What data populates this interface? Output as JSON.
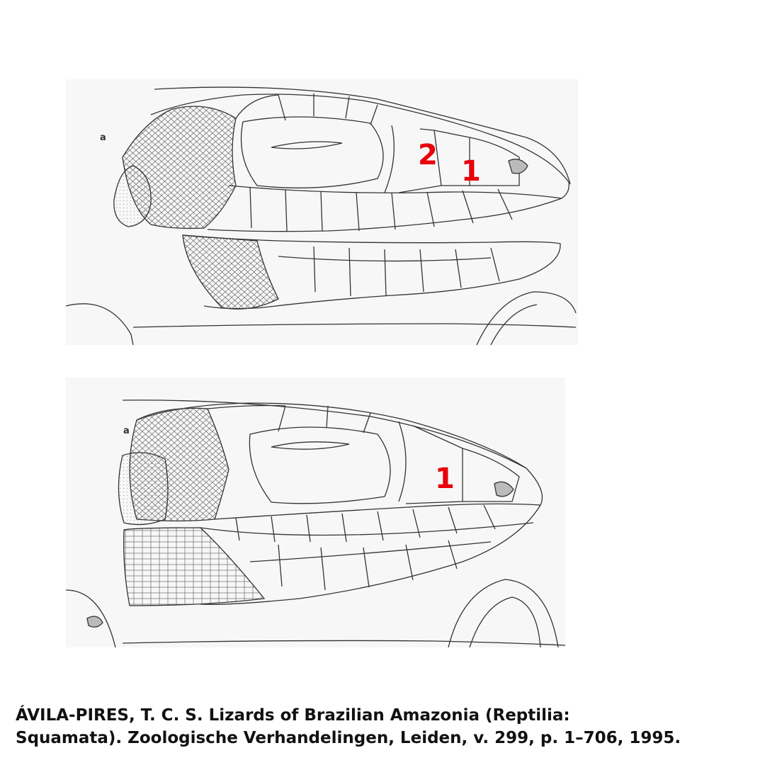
{
  "figures": [
    {
      "plate_letter": "a",
      "labels": [
        {
          "text": "2",
          "color": "#e8000b"
        },
        {
          "text": "1",
          "color": "#e8000b"
        }
      ]
    },
    {
      "plate_letter": "a",
      "labels": [
        {
          "text": "1",
          "color": "#e8000b"
        }
      ]
    }
  ],
  "caption": {
    "line1": "ÁVILA-PIRES, T. C. S. Lizards of Brazilian Amazonia (Reptilia:",
    "line2": "Squamata). Zoologische Verhandelingen, Leiden, v. 299, p. 1–706, 1995."
  }
}
